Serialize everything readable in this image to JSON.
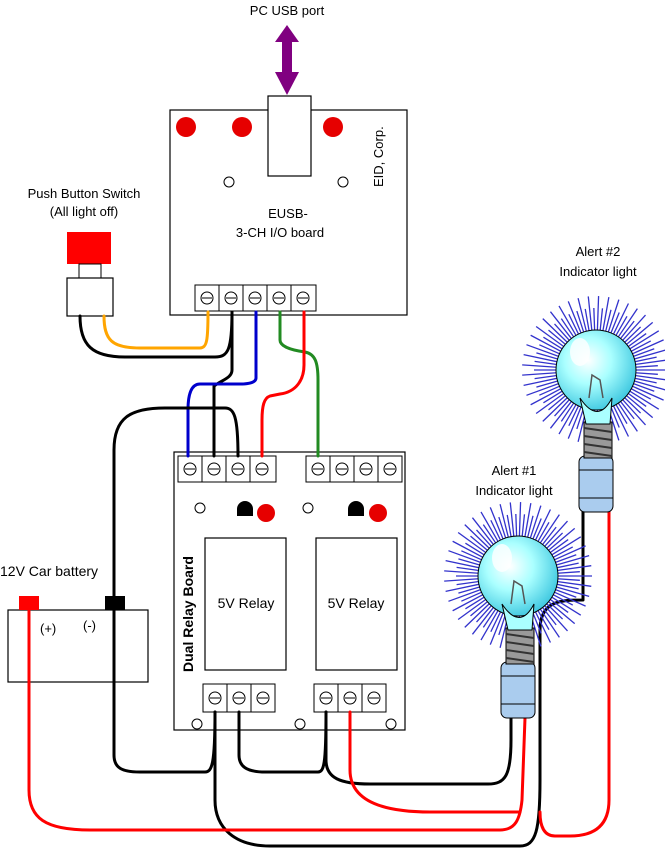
{
  "labels": {
    "pc_usb_port": "PC USB port",
    "eid_corp": "EID, Corp.",
    "eusb_line1": "EUSB-",
    "eusb_line2": "3-CH I/O board",
    "push_button_line1": "Push Button Switch",
    "push_button_line2": "(All light off)",
    "car_battery": "12V Car battery",
    "battery_plus": "(+)",
    "battery_minus": "(-)",
    "dual_relay_board": "Dual Relay Board",
    "relay1": "5V Relay",
    "relay2": "5V Relay",
    "alert1_line1": "Alert #1",
    "alert1_line2": "Indicator light",
    "alert2_line1": "Alert #2",
    "alert2_line2": "Indicator light"
  },
  "colors": {
    "arrow": "#800080",
    "led": "#e60000",
    "switch_cap": "#ff0000",
    "wire_black": "#000000",
    "wire_red": "#ff0000",
    "wire_blue": "#0000cc",
    "wire_green": "#228b22",
    "wire_orange": "#ffa500",
    "bulb_glow": "#3333cc",
    "bulb_glass": "#aaffff",
    "bulb_base": "#aaccee"
  }
}
